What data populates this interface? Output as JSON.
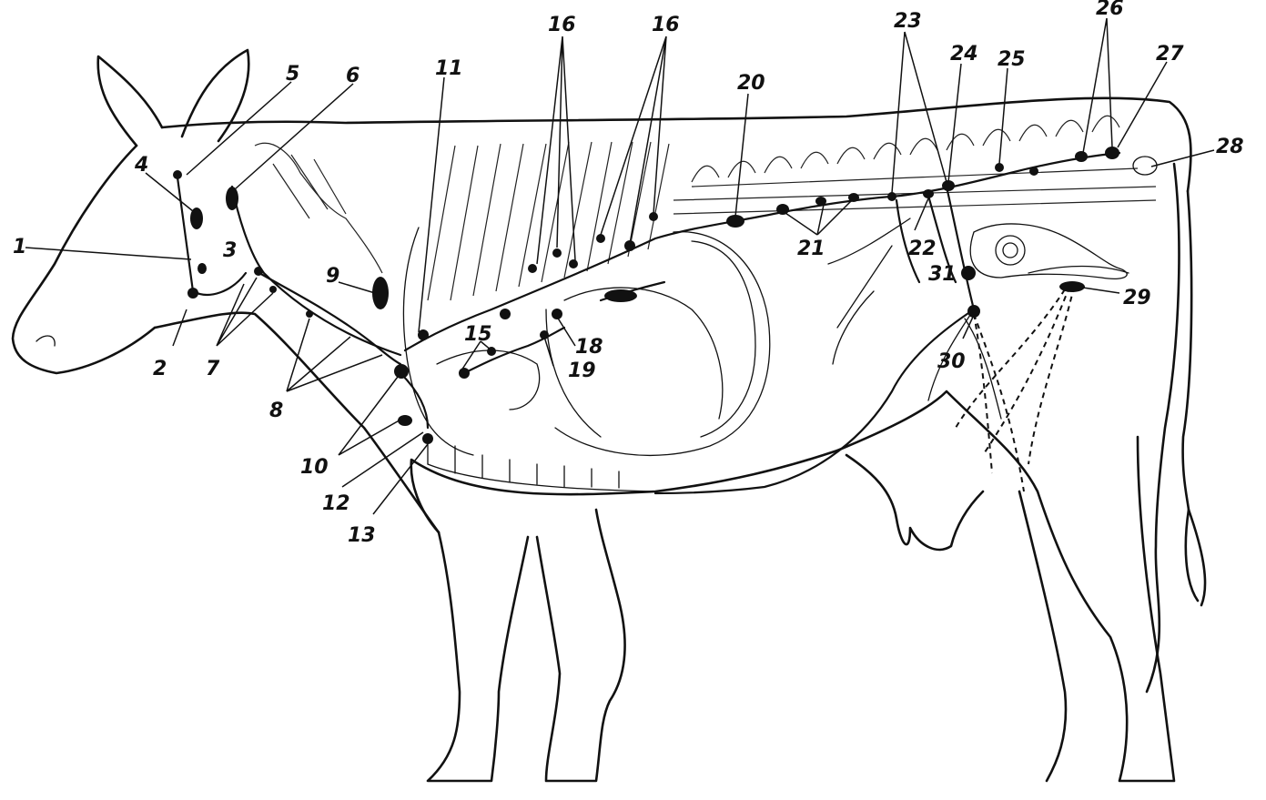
{
  "labels": [
    "1",
    "2",
    "3",
    "4",
    "5",
    "6",
    "7",
    "8",
    "9",
    "10",
    "11",
    "12",
    "13",
    "15",
    "16",
    "16",
    "18",
    "19",
    "20",
    "21",
    "22",
    "23",
    "24",
    "25",
    "26",
    "27",
    "28",
    "29",
    "30",
    "31"
  ]
}
